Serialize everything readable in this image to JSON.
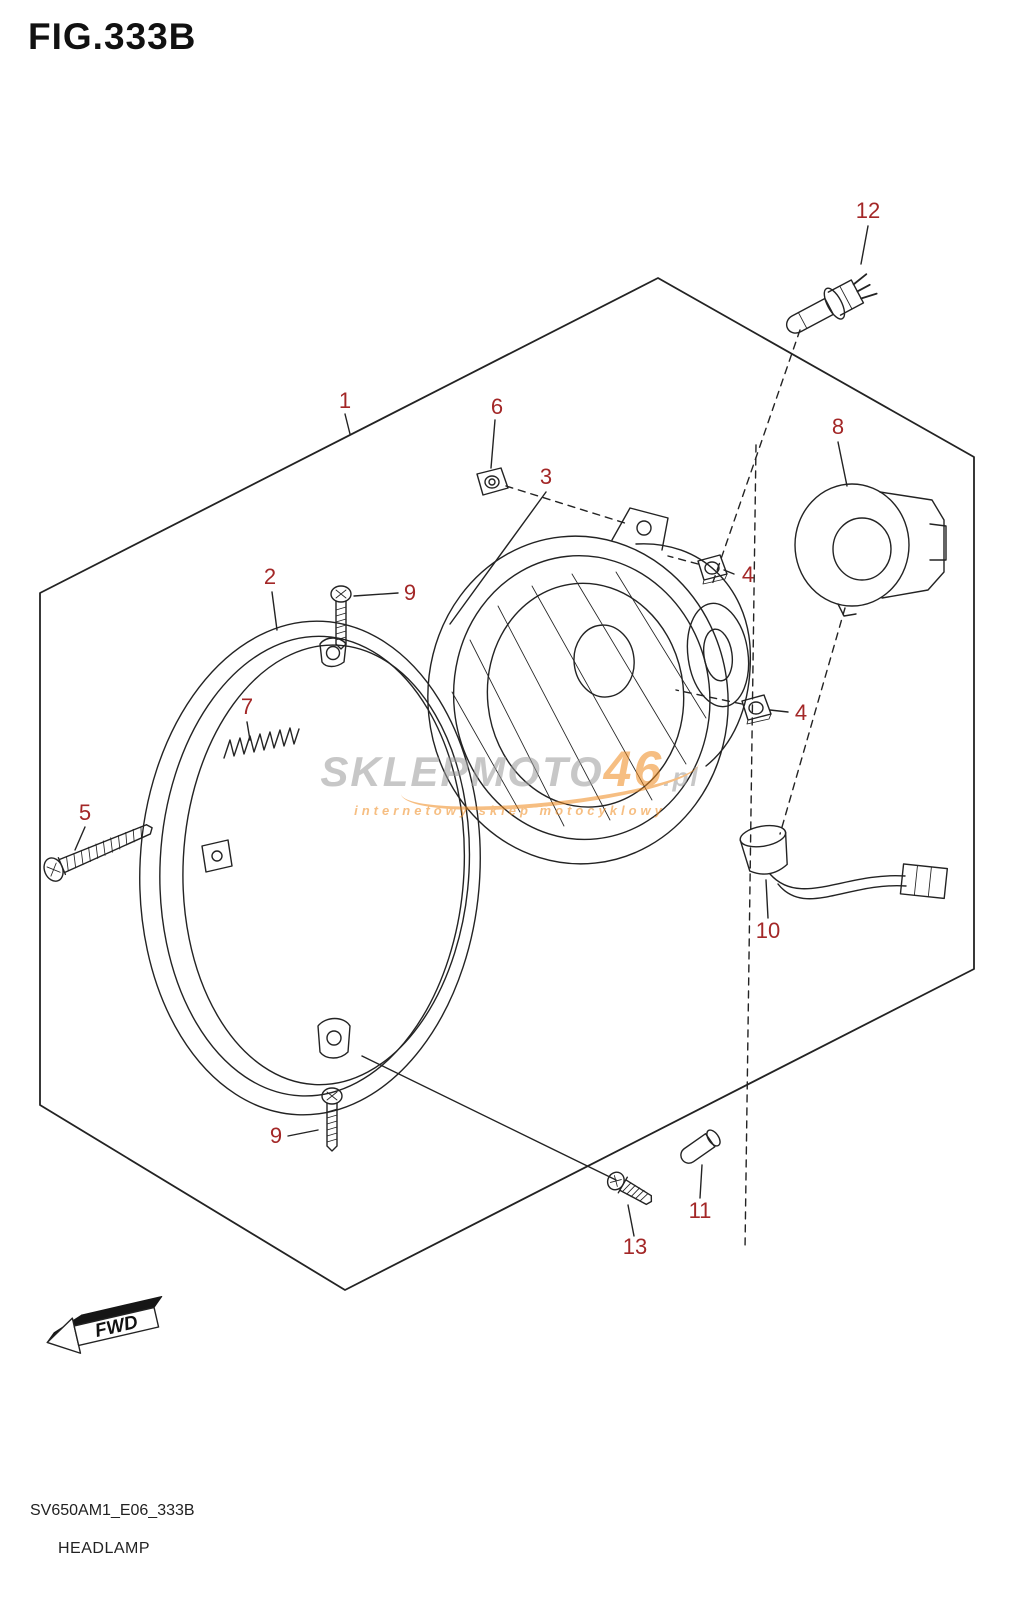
{
  "page": {
    "title": "FIG.333B",
    "footer_code": "SV650AM1_E06_333B",
    "footer_name": "HEADLAMP",
    "fwd_label": "FWD"
  },
  "watermark": {
    "brand_main": "SKLEPMOTO",
    "brand_accent": "46",
    "brand_suffix": ".pl",
    "tagline": "internetowy sklep motocyklowy"
  },
  "colors": {
    "callout": "#a32727",
    "line": "#232323",
    "watermark_orange": "#f08a1d",
    "watermark_gray": "#9b9b9b"
  },
  "callouts": {
    "n1": "1",
    "n2": "2",
    "n3": "3",
    "n4a": "4",
    "n4b": "4",
    "n5": "5",
    "n6": "6",
    "n7": "7",
    "n8": "8",
    "n9a": "9",
    "n9b": "9",
    "n10": "10",
    "n11": "11",
    "n12": "12",
    "n13": "13"
  }
}
